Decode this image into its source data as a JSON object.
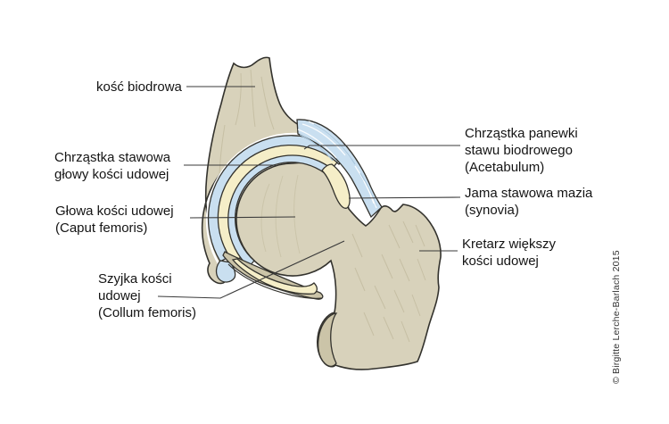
{
  "figure": {
    "title_semantic": "hip joint anatomy diagram (Polish)",
    "colors": {
      "bone": "#d8d2bb",
      "bone_shade": "#cbc4a8",
      "cartilage_blue": "#c9dff0",
      "synovia_cream": "#f5eec8",
      "outline": "#33322d",
      "leader_line": "#3a3a3a",
      "label_text": "#141414"
    },
    "labels": {
      "ilium": {
        "lines": [
          "kość biodrowa"
        ]
      },
      "head_cartilage": {
        "lines": [
          "Chrząstka stawowa",
          "głowy kości udowej"
        ]
      },
      "femoral_head": {
        "lines": [
          "Głowa kości udowej",
          "(Caput femoris)"
        ]
      },
      "femoral_neck": {
        "lines": [
          "Szyjka kości",
          "udowej",
          "(Collum femoris)"
        ]
      },
      "acetabulum": {
        "lines": [
          "Chrząstka panewki",
          "stawu biodrowego",
          "(Acetabulum)"
        ]
      },
      "synovia": {
        "lines": [
          "Jama stawowa mazia",
          "(synovia)"
        ]
      },
      "trochanter": {
        "lines": [
          "Kretarz większy",
          "kości udowej"
        ]
      }
    },
    "credit": "© Birgitte Lerche-Barlach 2015"
  }
}
